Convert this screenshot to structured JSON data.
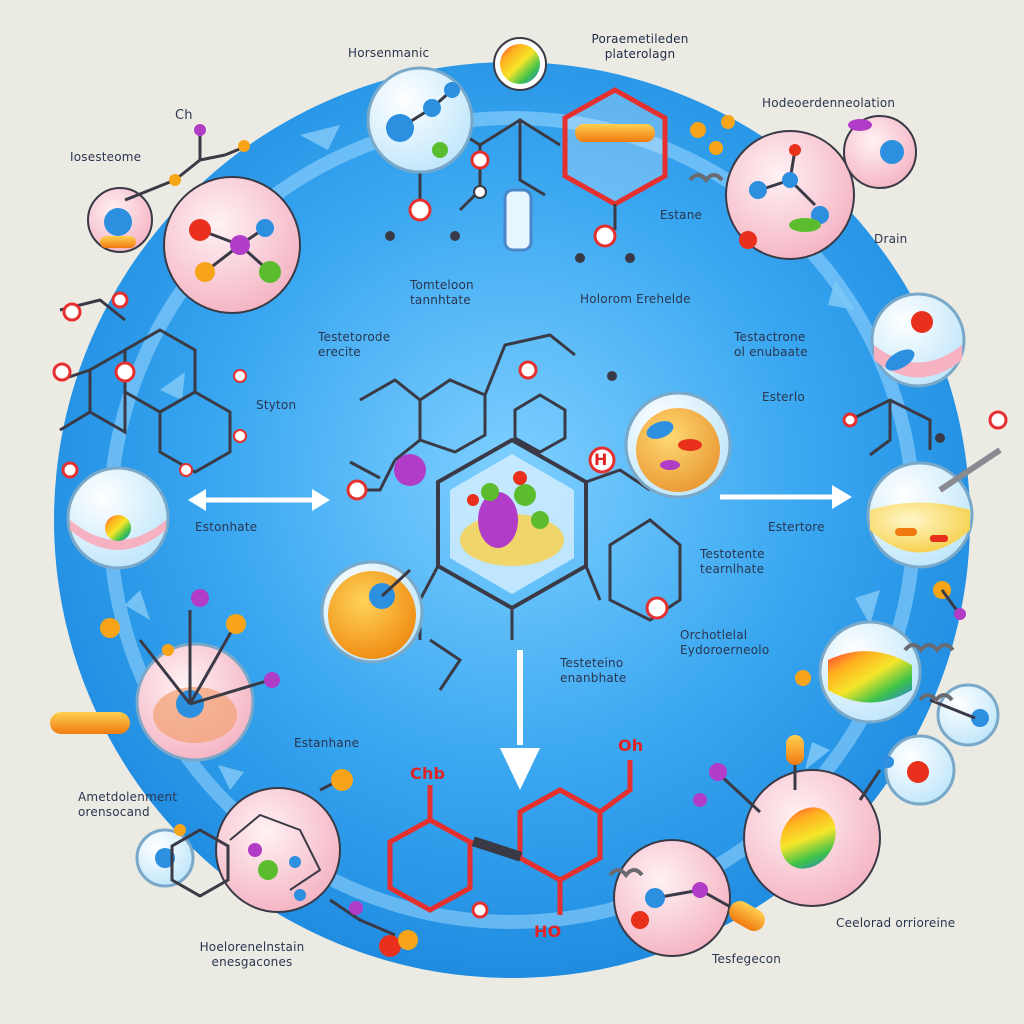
{
  "labels": {
    "top_center": "Poraemetileden\nplaterolagn",
    "top_left_title": "Horsenmanic",
    "ch_label": "Ch",
    "left_upper": "Iosesteome",
    "top_right_title": "Hodeoerdenneolation",
    "right_etane": "Estane",
    "right_drain": "Drain",
    "center_upper_left": "Tomteloon\ntannhtate",
    "center_upper_right": "Holorom Erehelde",
    "center_mid_left": "Testetorode\nerecite",
    "right_mid": "Testactrone\nol enubaate",
    "left_styton": "Styton",
    "right_esterlo": "Esterlo",
    "left_arrow_label": "Estonhate",
    "right_arrow_label": "Estertore",
    "center_right": "Testotente\ntearnlhate",
    "right_oxid": "Orchotlelal\nEydoroerneolo",
    "center_lower": "Testeteino\nenanbhate",
    "left_lower": "Estanhane",
    "left_bottom": "Ametdolenment\norensocand",
    "bottom_left": "Hoelorenelnstain\nenesgacones",
    "bottom_center": "Tesfegecon",
    "bottom_right": "Ceelorad orrioreine",
    "oh_top": "Oh",
    "oh_bottom": "HO",
    "ch_bottom": "Chb",
    "h_center": "H"
  },
  "colors": {
    "background": "#ecebe3",
    "ring": "#2aa0ee",
    "ring_light": "#8fd2ff",
    "bond_red": "#e53030",
    "bond_dark": "#3a3a46",
    "atom_red": "#e8301c",
    "atom_blue": "#2d8fe0",
    "atom_orange": "#f7a418",
    "atom_purple": "#b03cc8",
    "atom_green": "#5bbd2e",
    "bubble_pink": "#f8c6d0",
    "bubble_glass": "#cfeeff"
  }
}
